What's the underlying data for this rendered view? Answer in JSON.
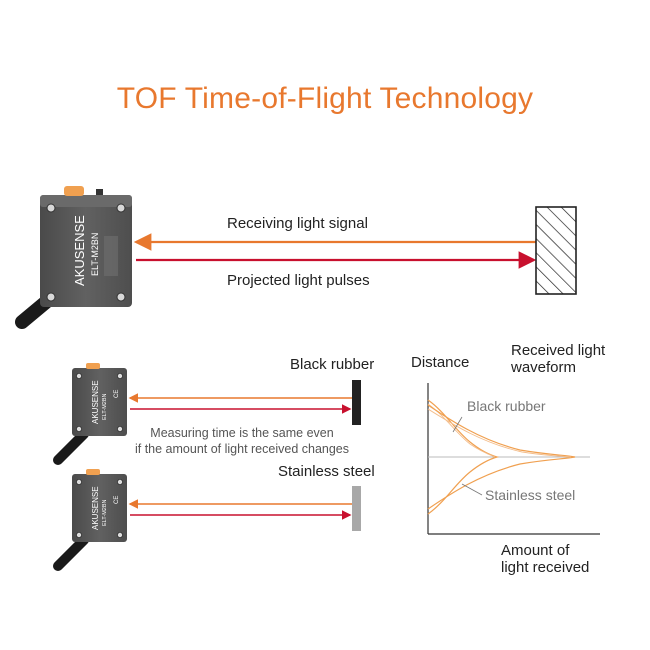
{
  "title": "TOF Time-of-Flight Technology",
  "colors": {
    "title": "#e8782e",
    "receive_arrow": "#e8782e",
    "project_arrow": "#c8102e",
    "sensor_body": "#5a5a5a",
    "sensor_button": "#f0a050",
    "black_rubber": "#222222",
    "stainless_steel": "#a8a8a8",
    "waveform": "#f0a050"
  },
  "sensor": {
    "brand": "AKUSENSE",
    "model": "ELT-M2BN",
    "ce_mark": "CE"
  },
  "top_diagram": {
    "receive_label": "Receiving light signal",
    "project_label": "Projected light pulses"
  },
  "targets": {
    "black_rubber": "Black rubber",
    "stainless_steel": "Stainless steel"
  },
  "note": {
    "line1": "Measuring time is the same even",
    "line2": "if the amount of light received changes"
  },
  "graph": {
    "y_axis_label": "Distance",
    "waveform_label_line1": "Received light",
    "waveform_label_line2": "waveform",
    "x_axis_label_line1": "Amount of",
    "x_axis_label_line2": "light received",
    "curve_black": "Black rubber",
    "curve_steel": "Stainless steel"
  }
}
